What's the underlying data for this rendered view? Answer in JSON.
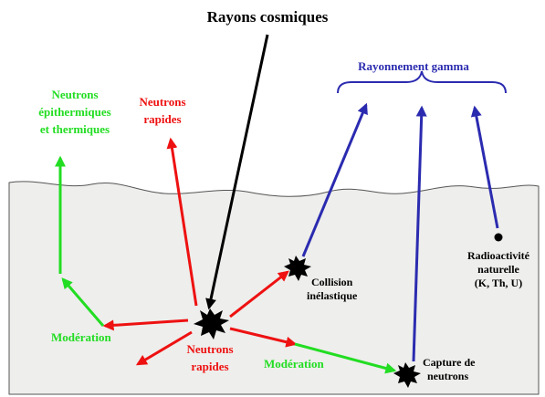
{
  "title": "Rayons cosmiques",
  "labels": {
    "epithermal_line1": "Neutrons",
    "epithermal_line2": "épithermiques",
    "epithermal_line3": "et thermiques",
    "fast_top_line1": "Neutrons",
    "fast_top_line2": "rapides",
    "gamma": "Rayonnement gamma",
    "natural_line1": "Radioactivité",
    "natural_line2": "naturelle",
    "natural_line3": "(K, Th, U)",
    "collision_line1": "Collision",
    "collision_line2": "inélastique",
    "moderation_left": "Modération",
    "fast_center_line1": "Neutrons",
    "fast_center_line2": "rapides",
    "moderation_bottom": "Modération",
    "capture_line1": "Capture de",
    "capture_line2": "neutrons"
  },
  "colors": {
    "ground": "#eeeeec",
    "ground_outline": "#555555",
    "cosmic": "#000000",
    "neutron_fast": "#ee1111",
    "neutron_moderated": "#22dd22",
    "gamma": "#2b2bb0"
  }
}
